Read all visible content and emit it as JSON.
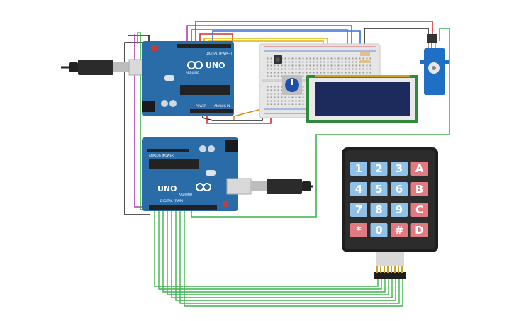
{
  "board_top": {
    "brand": "UNO",
    "logo_text": "ARDUINO",
    "header_label": "DIGITAL (PWM~)",
    "power_label": "POWER",
    "analog_label": "ANALOG IN"
  },
  "board_bottom": {
    "brand": "UNO",
    "logo_text": "ARDUINO",
    "header_label": "DIGITAL (PWM~)",
    "power_label": "POWER",
    "analog_label": "ANALOG IN"
  },
  "keypad": {
    "rows": [
      [
        "1",
        "2",
        "3",
        "A"
      ],
      [
        "4",
        "5",
        "6",
        "B"
      ],
      [
        "7",
        "8",
        "9",
        "C"
      ],
      [
        "*",
        "0",
        "#",
        "D"
      ]
    ]
  },
  "colors": {
    "pcb": "#2a6ca8",
    "lcd_screen": "#1d2b5c",
    "lcd_pcb": "#2f8a3a",
    "servo": "#1f6fc4",
    "key_blue": "#8fc0e8",
    "key_red": "#e27a82",
    "wire_green": "#3cb44b",
    "wire_red": "#d62e2e",
    "wire_black": "#222222",
    "wire_purple": "#b53ab5",
    "wire_yellow": "#e0b400",
    "wire_orange": "#e08a1e"
  }
}
